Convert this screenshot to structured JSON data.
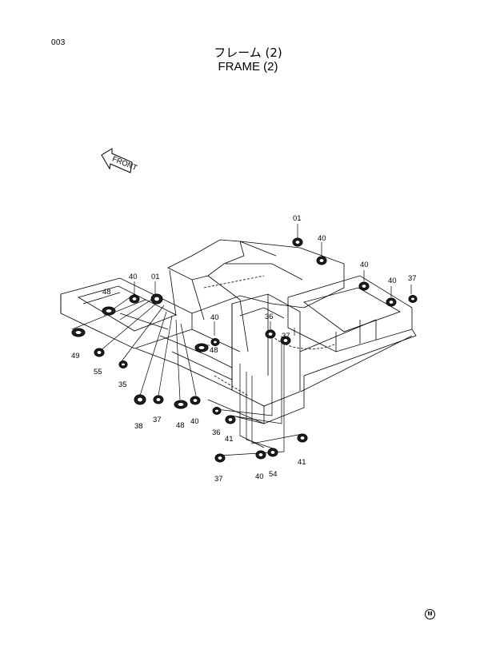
{
  "page_number": "003",
  "title_jp": "フレーム (2)",
  "title_en": "FRAME (2)",
  "front_arrow_label": "FRONT",
  "corner_mark": "M",
  "callouts": [
    {
      "id": "c01a",
      "text": "01"
    },
    {
      "id": "c40a",
      "text": "40"
    },
    {
      "id": "c40b",
      "text": "40"
    },
    {
      "id": "c40c",
      "text": "40"
    },
    {
      "id": "c37a",
      "text": "37"
    },
    {
      "id": "c40d",
      "text": "40"
    },
    {
      "id": "c01b",
      "text": "01"
    },
    {
      "id": "c48a",
      "text": "48"
    },
    {
      "id": "c40e",
      "text": "40"
    },
    {
      "id": "c48b",
      "text": "48"
    },
    {
      "id": "c36a",
      "text": "36"
    },
    {
      "id": "c37b",
      "text": "37"
    },
    {
      "id": "c49",
      "text": "49"
    },
    {
      "id": "c55",
      "text": "55"
    },
    {
      "id": "c35",
      "text": "35"
    },
    {
      "id": "c38",
      "text": "38"
    },
    {
      "id": "c37c",
      "text": "37"
    },
    {
      "id": "c48c",
      "text": "48"
    },
    {
      "id": "c40f",
      "text": "40"
    },
    {
      "id": "c36b",
      "text": "36"
    },
    {
      "id": "c41a",
      "text": "41"
    },
    {
      "id": "c41b",
      "text": "41"
    },
    {
      "id": "c37d",
      "text": "37"
    },
    {
      "id": "c40g",
      "text": "40"
    },
    {
      "id": "c54",
      "text": "54"
    }
  ]
}
